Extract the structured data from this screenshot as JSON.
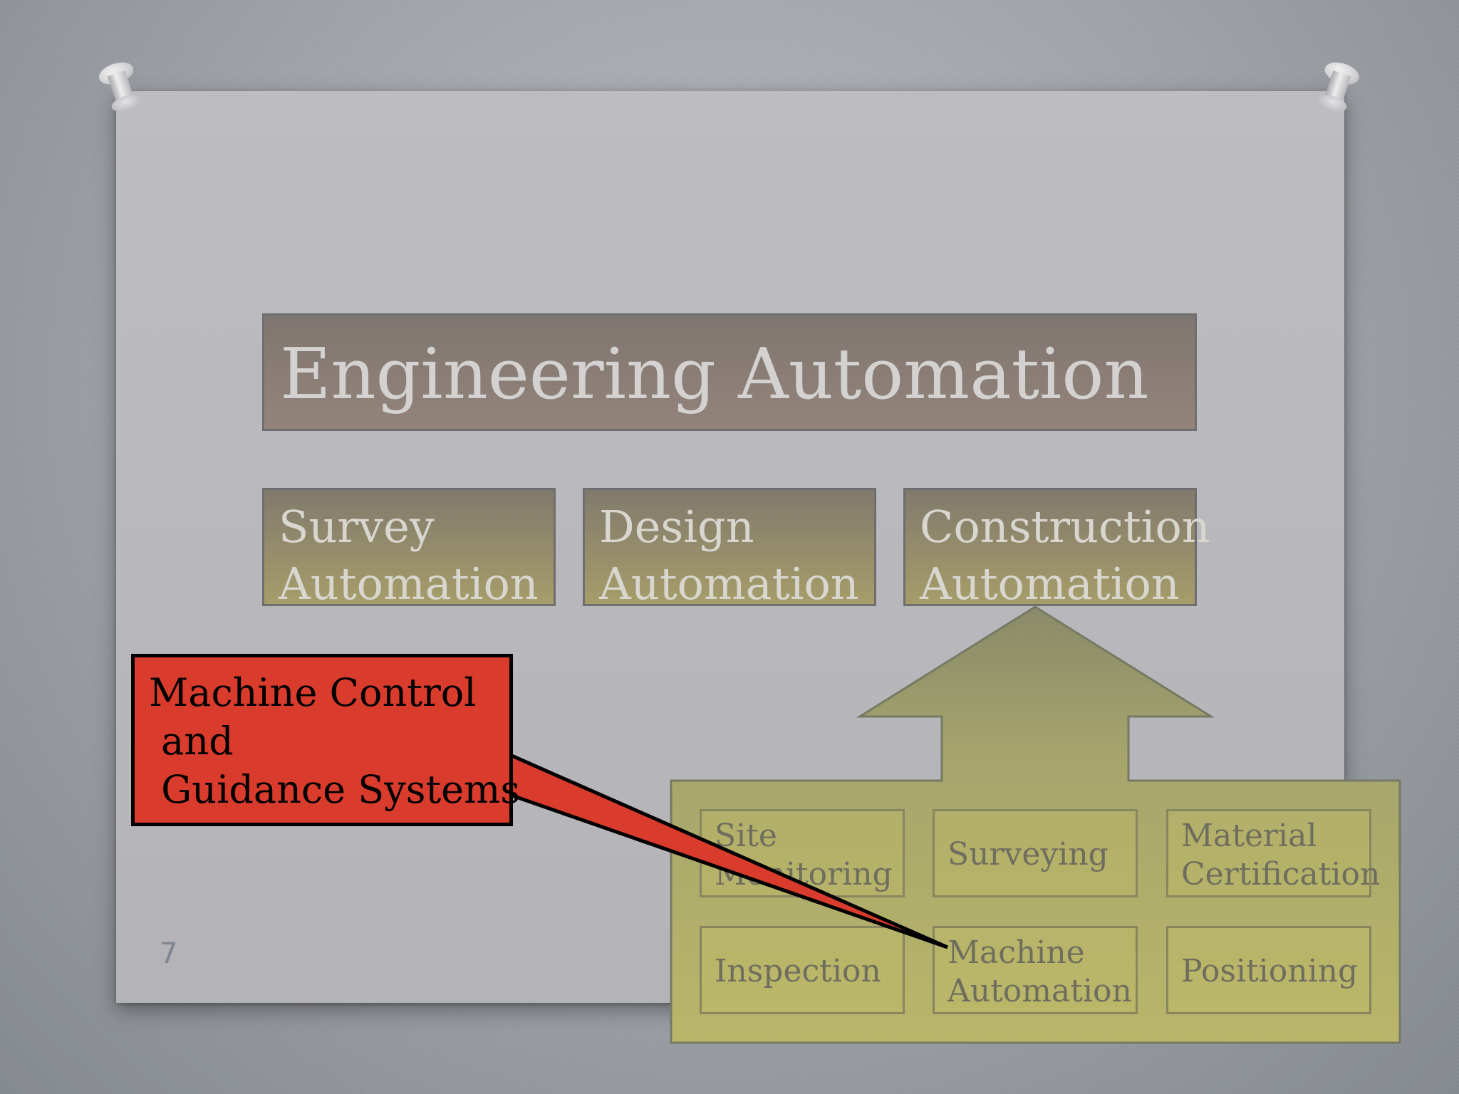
{
  "slide": {
    "title": "Engineering Automation",
    "page_number": "7"
  },
  "categories": [
    {
      "line1": "Survey",
      "line2": "Automation"
    },
    {
      "line1": "Design",
      "line2": "Automation"
    },
    {
      "line1": "Construction",
      "line2": "Automation"
    }
  ],
  "sub_items": [
    {
      "line1": "Site",
      "line2": "Monitoring"
    },
    {
      "line1": "Surveying",
      "line2": ""
    },
    {
      "line1": "Material",
      "line2": "Certification"
    },
    {
      "line1": "Inspection",
      "line2": ""
    },
    {
      "line1": "Machine",
      "line2": "Automation"
    },
    {
      "line1": "Positioning",
      "line2": ""
    }
  ],
  "callout": {
    "text": "Machine Control\n and\n Guidance Systems"
  },
  "colors": {
    "callout_fill": "#d93c2d",
    "olive_panel": "#b3b06a",
    "title_box": "#857b74"
  }
}
